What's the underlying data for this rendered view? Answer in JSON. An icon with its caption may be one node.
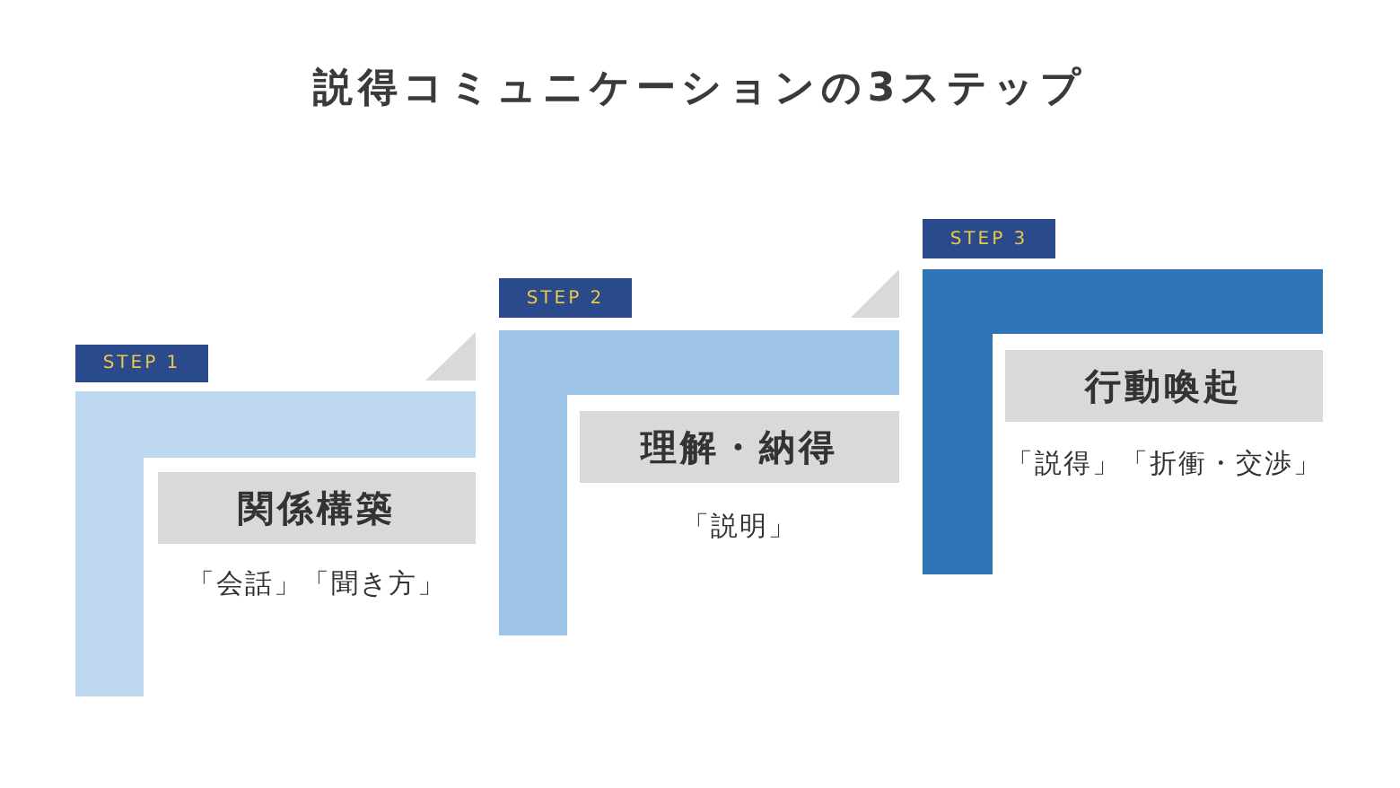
{
  "diagram": {
    "title": "説得コミュニケーションの3ステップ",
    "nodes": [
      {
        "text": [
          "STEP 1"
        ]
      },
      {
        "text": [
          "関係構築"
        ],
        "beside": [
          "「会話」「聞き方」"
        ]
      },
      {
        "text": [
          "STEP 2"
        ]
      },
      {
        "text": [
          "理解・納得"
        ],
        "beside": [
          "「説明」"
        ]
      },
      {
        "text": [
          "STEP 3"
        ]
      },
      {
        "text": [
          "行動喚起"
        ],
        "beside": [
          "「説得」「折衝・交渉」"
        ]
      }
    ]
  }
}
